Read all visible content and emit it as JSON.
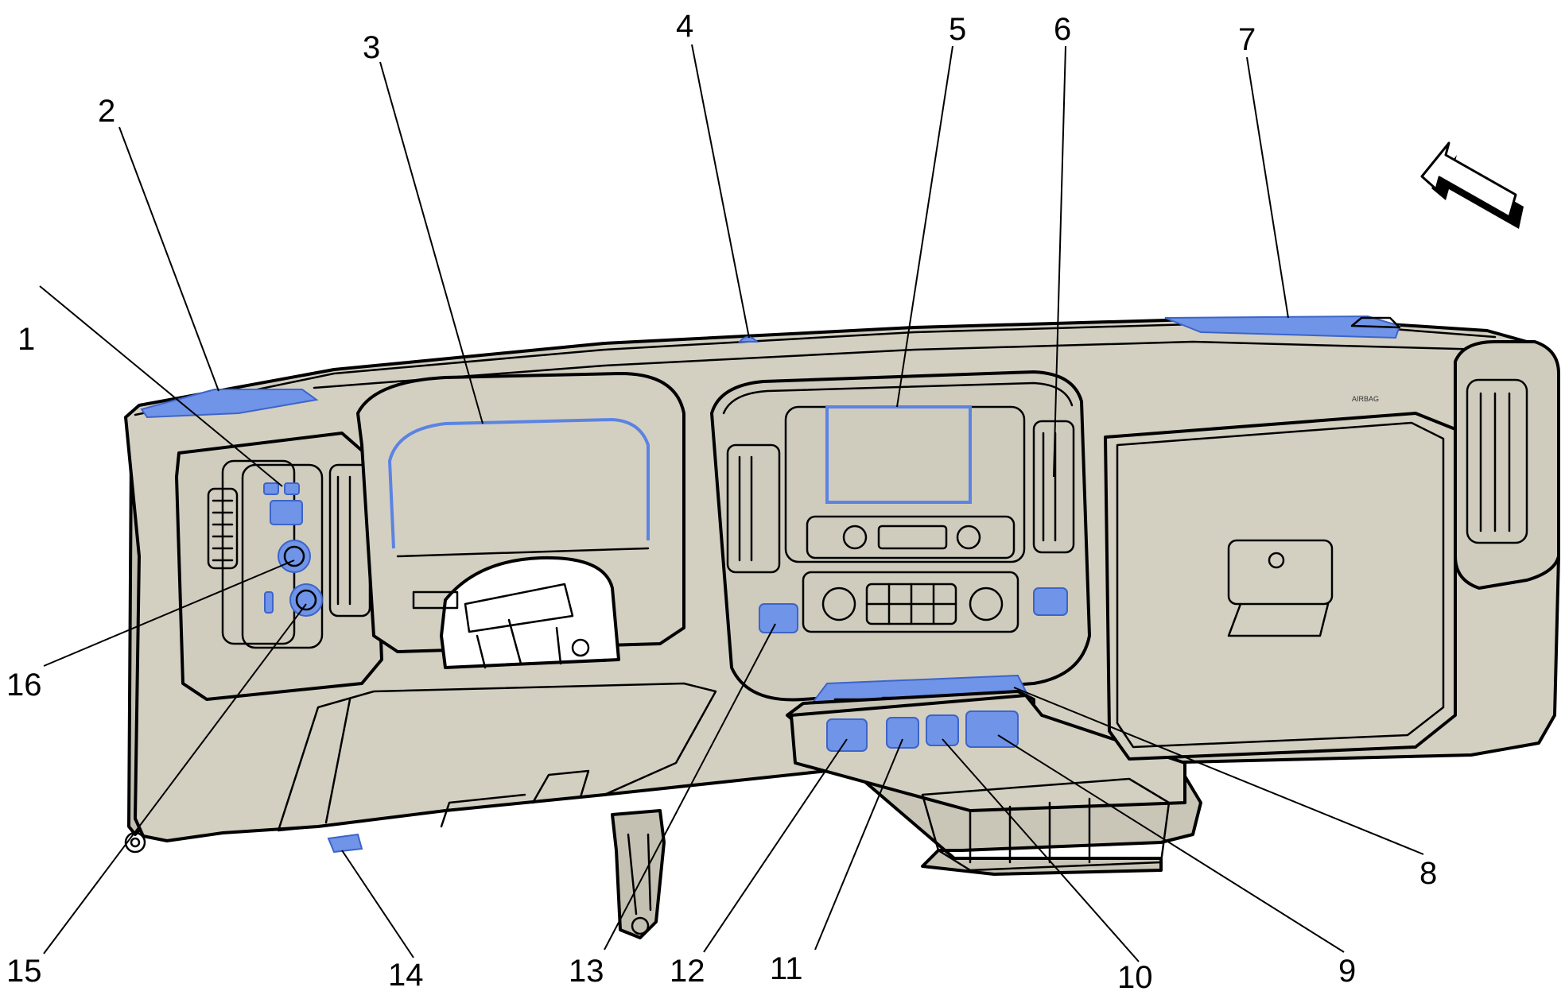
{
  "colors": {
    "panel": "#d3d0c2",
    "panel_dark": "#bcb9ab",
    "highlight": "#6f94e8",
    "highlight_stroke": "#3d64c9",
    "line": "#000000"
  },
  "icons": {
    "direction_arrow": "forward-direction-arrow-icon",
    "panel_marking": "airbag-marking"
  },
  "panel_marking": {
    "text": "AIRBAG"
  },
  "callouts": [
    {
      "id": "1",
      "label": "1"
    },
    {
      "id": "2",
      "label": "2"
    },
    {
      "id": "3",
      "label": "3"
    },
    {
      "id": "4",
      "label": "4"
    },
    {
      "id": "5",
      "label": "5"
    },
    {
      "id": "6",
      "label": "6"
    },
    {
      "id": "7",
      "label": "7"
    },
    {
      "id": "8",
      "label": "8"
    },
    {
      "id": "9",
      "label": "9"
    },
    {
      "id": "10",
      "label": "10"
    },
    {
      "id": "11",
      "label": "11"
    },
    {
      "id": "12",
      "label": "12"
    },
    {
      "id": "13",
      "label": "13"
    },
    {
      "id": "14",
      "label": "14"
    },
    {
      "id": "15",
      "label": "15"
    },
    {
      "id": "16",
      "label": "16"
    }
  ]
}
